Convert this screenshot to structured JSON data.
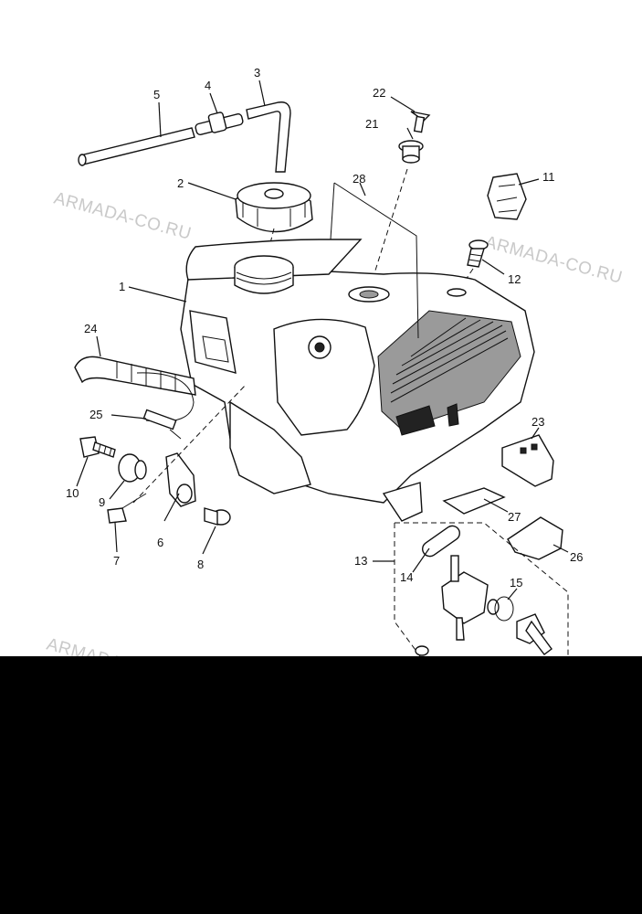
{
  "watermark": "ARMADA-CO.RU",
  "callouts": [
    "1",
    "2",
    "3",
    "4",
    "5",
    "6",
    "7",
    "8",
    "9",
    "10",
    "11",
    "12",
    "13",
    "14",
    "15",
    "21",
    "22",
    "23",
    "24",
    "25",
    "26",
    "27",
    "28"
  ],
  "colors": {
    "line": "#111111",
    "background": "#ffffff",
    "lower_panel": "#000000",
    "watermark": "#c9c9c9"
  }
}
